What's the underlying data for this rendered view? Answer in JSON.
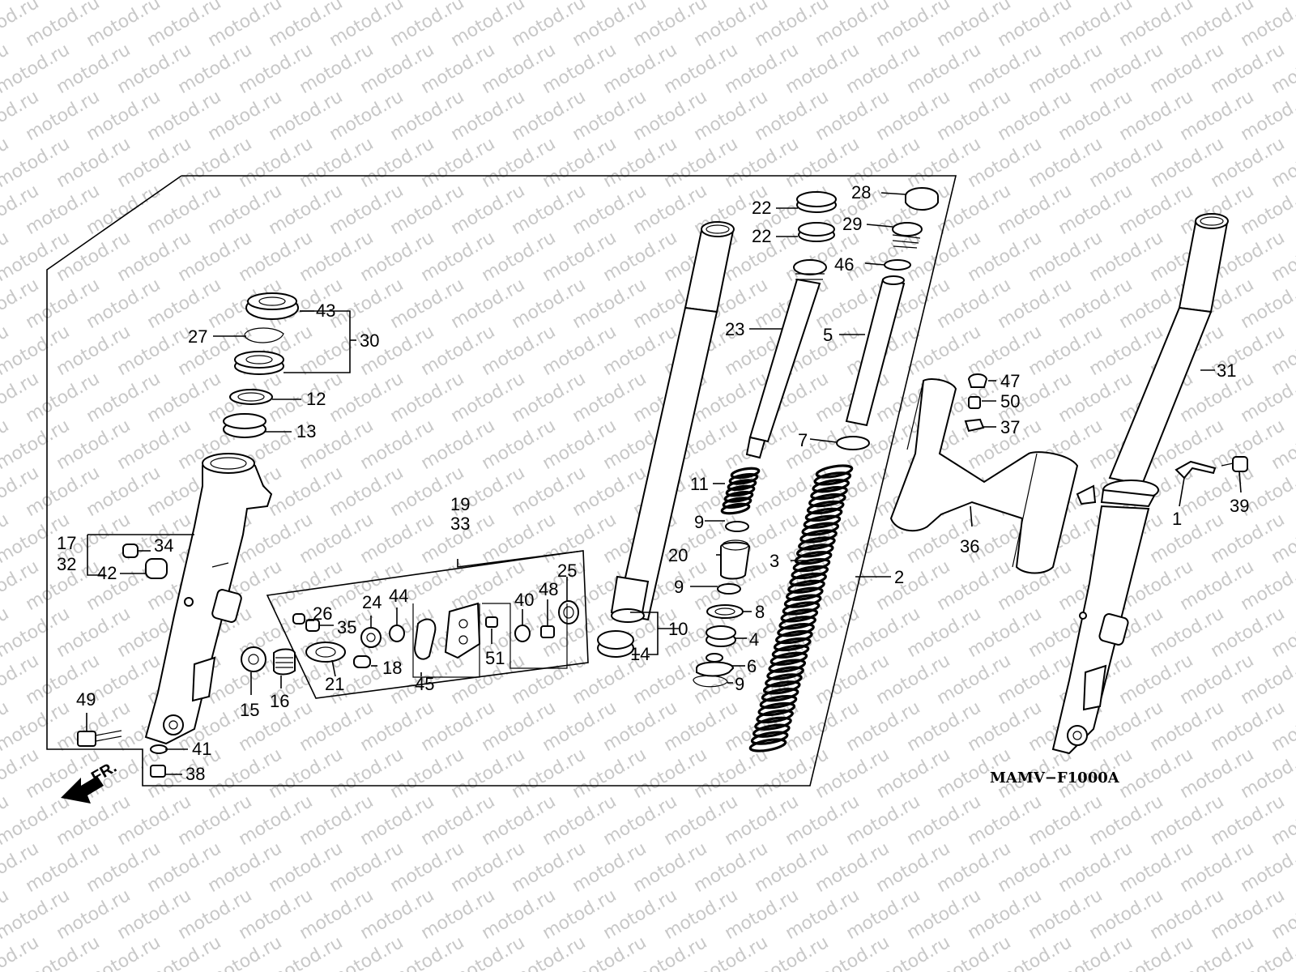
{
  "diagram": {
    "code": "MAMV−F1000A",
    "front_arrow_label": "FR.",
    "watermark": "motod.ru",
    "callouts": [
      {
        "id": "c1",
        "text": "1"
      },
      {
        "id": "c2",
        "text": "2"
      },
      {
        "id": "c3",
        "text": "3"
      },
      {
        "id": "c4",
        "text": "4"
      },
      {
        "id": "c5",
        "text": "5"
      },
      {
        "id": "c6",
        "text": "6"
      },
      {
        "id": "c7",
        "text": "7"
      },
      {
        "id": "c8",
        "text": "8"
      },
      {
        "id": "c9a",
        "text": "9"
      },
      {
        "id": "c9b",
        "text": "9"
      },
      {
        "id": "c9c",
        "text": "9"
      },
      {
        "id": "c10",
        "text": "10"
      },
      {
        "id": "c11",
        "text": "11"
      },
      {
        "id": "c12",
        "text": "12"
      },
      {
        "id": "c13",
        "text": "13"
      },
      {
        "id": "c14",
        "text": "14"
      },
      {
        "id": "c15",
        "text": "15"
      },
      {
        "id": "c16",
        "text": "16"
      },
      {
        "id": "c17",
        "text": "17"
      },
      {
        "id": "c18",
        "text": "18"
      },
      {
        "id": "c19",
        "text": "19"
      },
      {
        "id": "c20",
        "text": "20"
      },
      {
        "id": "c21",
        "text": "21"
      },
      {
        "id": "c22a",
        "text": "22"
      },
      {
        "id": "c22b",
        "text": "22"
      },
      {
        "id": "c23",
        "text": "23"
      },
      {
        "id": "c24",
        "text": "24"
      },
      {
        "id": "c25",
        "text": "25"
      },
      {
        "id": "c26",
        "text": "26"
      },
      {
        "id": "c27",
        "text": "27"
      },
      {
        "id": "c28",
        "text": "28"
      },
      {
        "id": "c29",
        "text": "29"
      },
      {
        "id": "c30",
        "text": "30"
      },
      {
        "id": "c31",
        "text": "31"
      },
      {
        "id": "c32",
        "text": "32"
      },
      {
        "id": "c33",
        "text": "33"
      },
      {
        "id": "c34",
        "text": "34"
      },
      {
        "id": "c35",
        "text": "35"
      },
      {
        "id": "c36",
        "text": "36"
      },
      {
        "id": "c37",
        "text": "37"
      },
      {
        "id": "c38",
        "text": "38"
      },
      {
        "id": "c39",
        "text": "39"
      },
      {
        "id": "c40",
        "text": "40"
      },
      {
        "id": "c41",
        "text": "41"
      },
      {
        "id": "c42",
        "text": "42"
      },
      {
        "id": "c43",
        "text": "43"
      },
      {
        "id": "c44",
        "text": "44"
      },
      {
        "id": "c45",
        "text": "45"
      },
      {
        "id": "c46",
        "text": "46"
      },
      {
        "id": "c47",
        "text": "47"
      },
      {
        "id": "c48",
        "text": "48"
      },
      {
        "id": "c49",
        "text": "49"
      },
      {
        "id": "c50",
        "text": "50"
      },
      {
        "id": "c51",
        "text": "51"
      }
    ]
  }
}
